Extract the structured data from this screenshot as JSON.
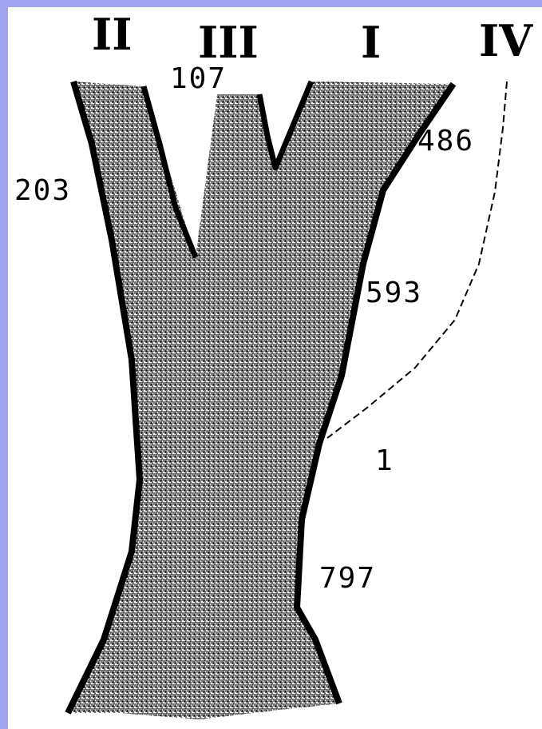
{
  "colors": {
    "frame": "#9fa3f0",
    "ink": "#000000",
    "paper": "#ffffff"
  },
  "branch_labels": {
    "ii": "II",
    "iii": "III",
    "i": "I",
    "iv": "IV"
  },
  "numbers": {
    "n107": "107",
    "n486": "486",
    "n203": "203",
    "n593": "593",
    "n1": "1",
    "n797": "797"
  }
}
